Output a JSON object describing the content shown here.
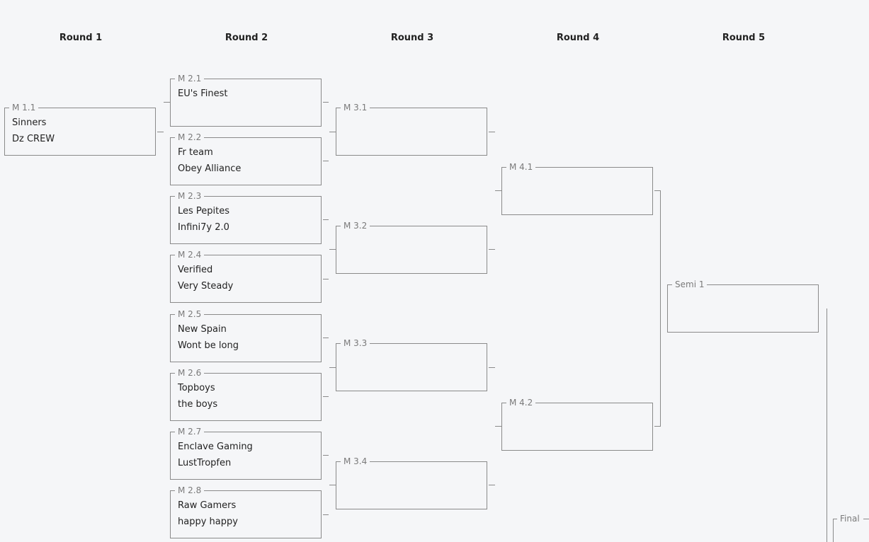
{
  "rounds": [
    "Round 1",
    "Round 2",
    "Round 3",
    "Round 4",
    "Round 5"
  ],
  "matches": {
    "m1_1": {
      "label": "M 1.1",
      "team1": "Sinners",
      "team2": "Dz CREW"
    },
    "m2_1": {
      "label": "M 2.1",
      "team1": "EU's Finest",
      "team2": ""
    },
    "m2_2": {
      "label": "M 2.2",
      "team1": "Fr team",
      "team2": "Obey Alliance"
    },
    "m2_3": {
      "label": "M 2.3",
      "team1": "Les Pepites",
      "team2": "Infini7y 2.0"
    },
    "m2_4": {
      "label": "M 2.4",
      "team1": "Verified",
      "team2": "Very Steady"
    },
    "m2_5": {
      "label": "M 2.5",
      "team1": "New Spain",
      "team2": "Wont be long"
    },
    "m2_6": {
      "label": "M 2.6",
      "team1": "Topboys",
      "team2": "the boys"
    },
    "m2_7": {
      "label": "M 2.7",
      "team1": "Enclave Gaming",
      "team2": "LustTropfen"
    },
    "m2_8": {
      "label": "M 2.8",
      "team1": "Raw Gamers",
      "team2": "happy happy"
    },
    "m3_1": {
      "label": "M 3.1",
      "team1": "",
      "team2": ""
    },
    "m3_2": {
      "label": "M 3.2",
      "team1": "",
      "team2": ""
    },
    "m3_3": {
      "label": "M 3.3",
      "team1": "",
      "team2": ""
    },
    "m3_4": {
      "label": "M 3.4",
      "team1": "",
      "team2": ""
    },
    "m4_1": {
      "label": "M 4.1",
      "team1": "",
      "team2": ""
    },
    "m4_2": {
      "label": "M 4.2",
      "team1": "",
      "team2": ""
    },
    "semi1": {
      "label": "Semi 1",
      "team1": "",
      "team2": ""
    }
  },
  "final_label": "Final"
}
